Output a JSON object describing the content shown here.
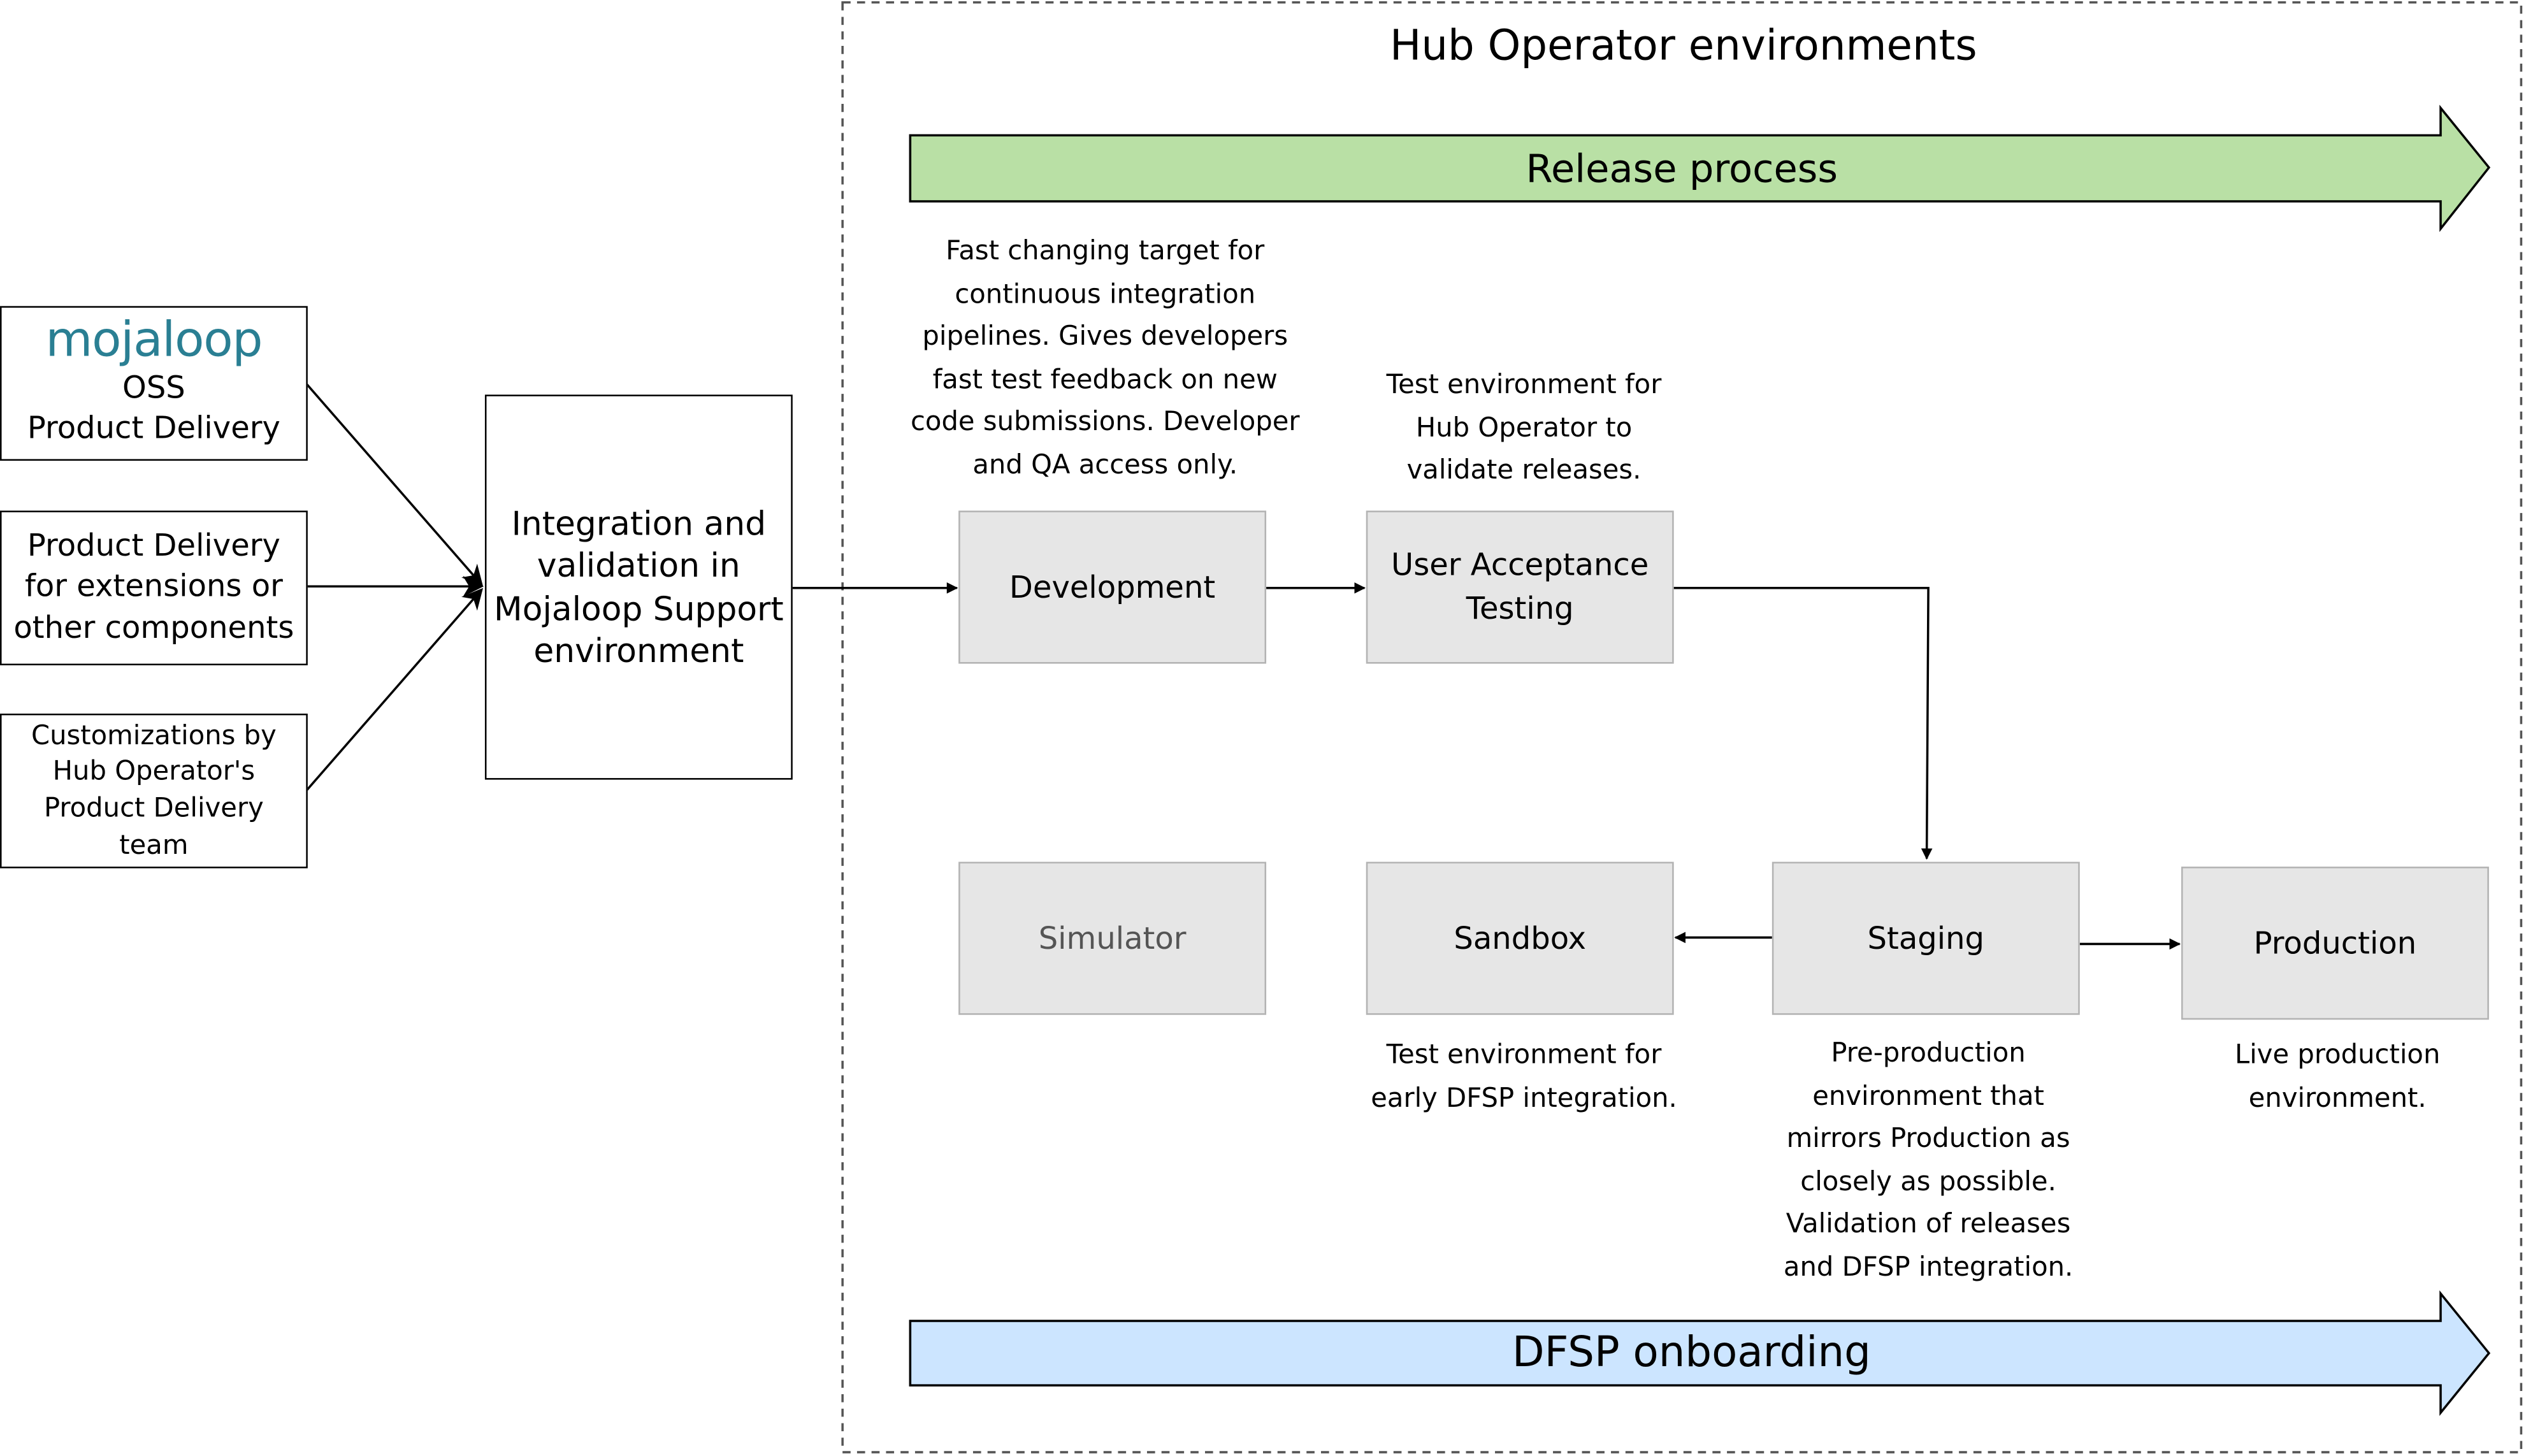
{
  "diagram": {
    "region_title": "Hub Operator environments",
    "banners": {
      "release": {
        "label": "Release process",
        "color": "#b9e0a5"
      },
      "onboarding": {
        "label": "DFSP onboarding",
        "color": "#cce5ff"
      }
    },
    "sources": [
      {
        "logo": "mojaloop",
        "label": "OSS\nProduct Delivery"
      },
      {
        "label": "Product Delivery\nfor extensions or\nother components"
      },
      {
        "label": "Customizations by\nHub Operator's\nProduct Delivery\nteam"
      }
    ],
    "integration": {
      "label": "Integration and\nvalidation in\nMojaloop Support\nenvironment"
    },
    "environments": {
      "development": "Development",
      "uat": "User Acceptance\nTesting",
      "simulator": "Simulator",
      "sandbox": "Sandbox",
      "staging": "Staging",
      "production": "Production"
    },
    "notes": {
      "development": "Fast changing target for\ncontinuous integration\npipelines. Gives developers\nfast test feedback on new\ncode submissions. Developer\nand QA access only.",
      "uat": "Test environment for\nHub Operator to\nvalidate releases.",
      "sandbox": "Test environment for\nearly DFSP integration.",
      "staging": "Pre-production\nenvironment that\nmirrors Production as\nclosely as possible.\nValidation of releases\nand DFSP integration.",
      "production": "Live production\nenvironment."
    },
    "colors": {
      "env_fill": "#e6e6e6",
      "env_border": "#b3b3b3",
      "logo": "#2a7f93",
      "simulator_text": "#555555"
    }
  }
}
